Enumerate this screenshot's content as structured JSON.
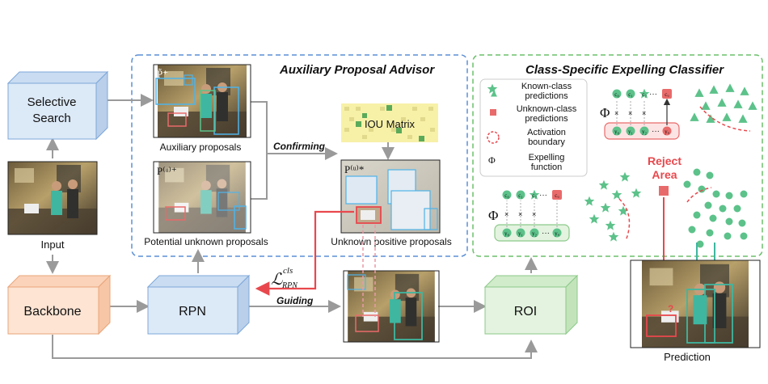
{
  "sections": {
    "advisor_title": "Auxiliary Proposal Advisor",
    "classifier_title": "Class-Specific Expelling Classifier"
  },
  "modules": {
    "selective_search_line1": "Selective",
    "selective_search_line2": "Search",
    "backbone": "Backbone",
    "rpn": "RPN",
    "roi": "ROI"
  },
  "images": {
    "input": "Input",
    "auxiliary": "Auxiliary proposals",
    "potential": "Potential unknown proposals",
    "unknown_positive": "Unknown positive proposals",
    "prediction": "Prediction",
    "p_plus": "P̃⁺",
    "p_u_plus": "P⁽ᵘ⁾⁺",
    "p_u_star": "P⁽ᵘ⁾*"
  },
  "labels": {
    "iou_matrix": "IOU Matrix",
    "confirming": "Confirming",
    "guiding": "Guiding",
    "loss_main": "ℒ",
    "loss_sup": "cls",
    "loss_sub": "RPN",
    "reject_line1": "Reject",
    "reject_line2": "Area",
    "phi": "Φ"
  },
  "legend": {
    "known_line1": "Known-class",
    "known_line2": "predictions",
    "unknown_line1": "Unknown-class",
    "unknown_line2": "predictions",
    "activation_line1": "Activation",
    "activation_line2": "boundary",
    "expelling_line1": "Expelling",
    "expelling_line2": "function"
  },
  "nodes": {
    "top_outputs": [
      "c₀",
      "c₁",
      "c₂",
      "cᵤ"
    ],
    "top_inputs": [
      "y₀",
      "y₁",
      "y₂",
      "yᵤ"
    ],
    "bottom_outputs": [
      "c₀",
      "c₁",
      "c₂",
      "cᵤ"
    ],
    "bottom_inputs": [
      "y₀",
      "y₁",
      "y₂",
      "yᵤ"
    ],
    "dots": "···"
  },
  "colors": {
    "advisor_border": "#5b8fd6",
    "classifier_border": "#6cbf6c",
    "selective_search_fill": "#dce9f7",
    "backbone_fill": "#fde4d3",
    "rpn_fill": "#dce9f7",
    "roi_fill": "#e3f3df",
    "known_green": "#5cc28a",
    "unknown_red": "#e96a6a",
    "guide_red": "#e8484d",
    "iou_fill": "#f7f1a8"
  }
}
